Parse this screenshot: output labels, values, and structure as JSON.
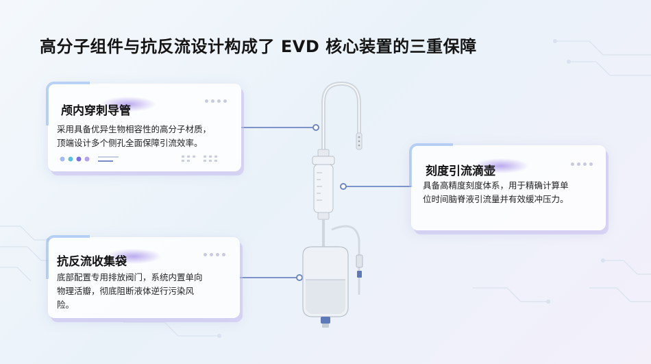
{
  "title": "高分子组件与抗反流设计构成了 EVD  核心装置的三重保障",
  "cards": [
    {
      "title": "颅内穿刺导管",
      "lines": [
        "采用具备优异生物相容性的高分子材质，",
        "顶端设计多个侧孔全面保障引流效率。"
      ]
    },
    {
      "title": "刻度引流滴壶",
      "lines": [
        "具备高精度刻度体系，用于精确计算单",
        "位时间脑脊液引流量并有效缓冲压力。"
      ]
    },
    {
      "title": "抗反流收集袋",
      "lines": [
        "底部配置专用排放阀门，系统内置单向",
        "物理活瓣，彻底阻断液体逆行污染风",
        "险。"
      ]
    }
  ],
  "colors": {
    "accent": "#7d93c9",
    "blob": "#b7a6ee",
    "card_shadow": "#c8bef0"
  }
}
